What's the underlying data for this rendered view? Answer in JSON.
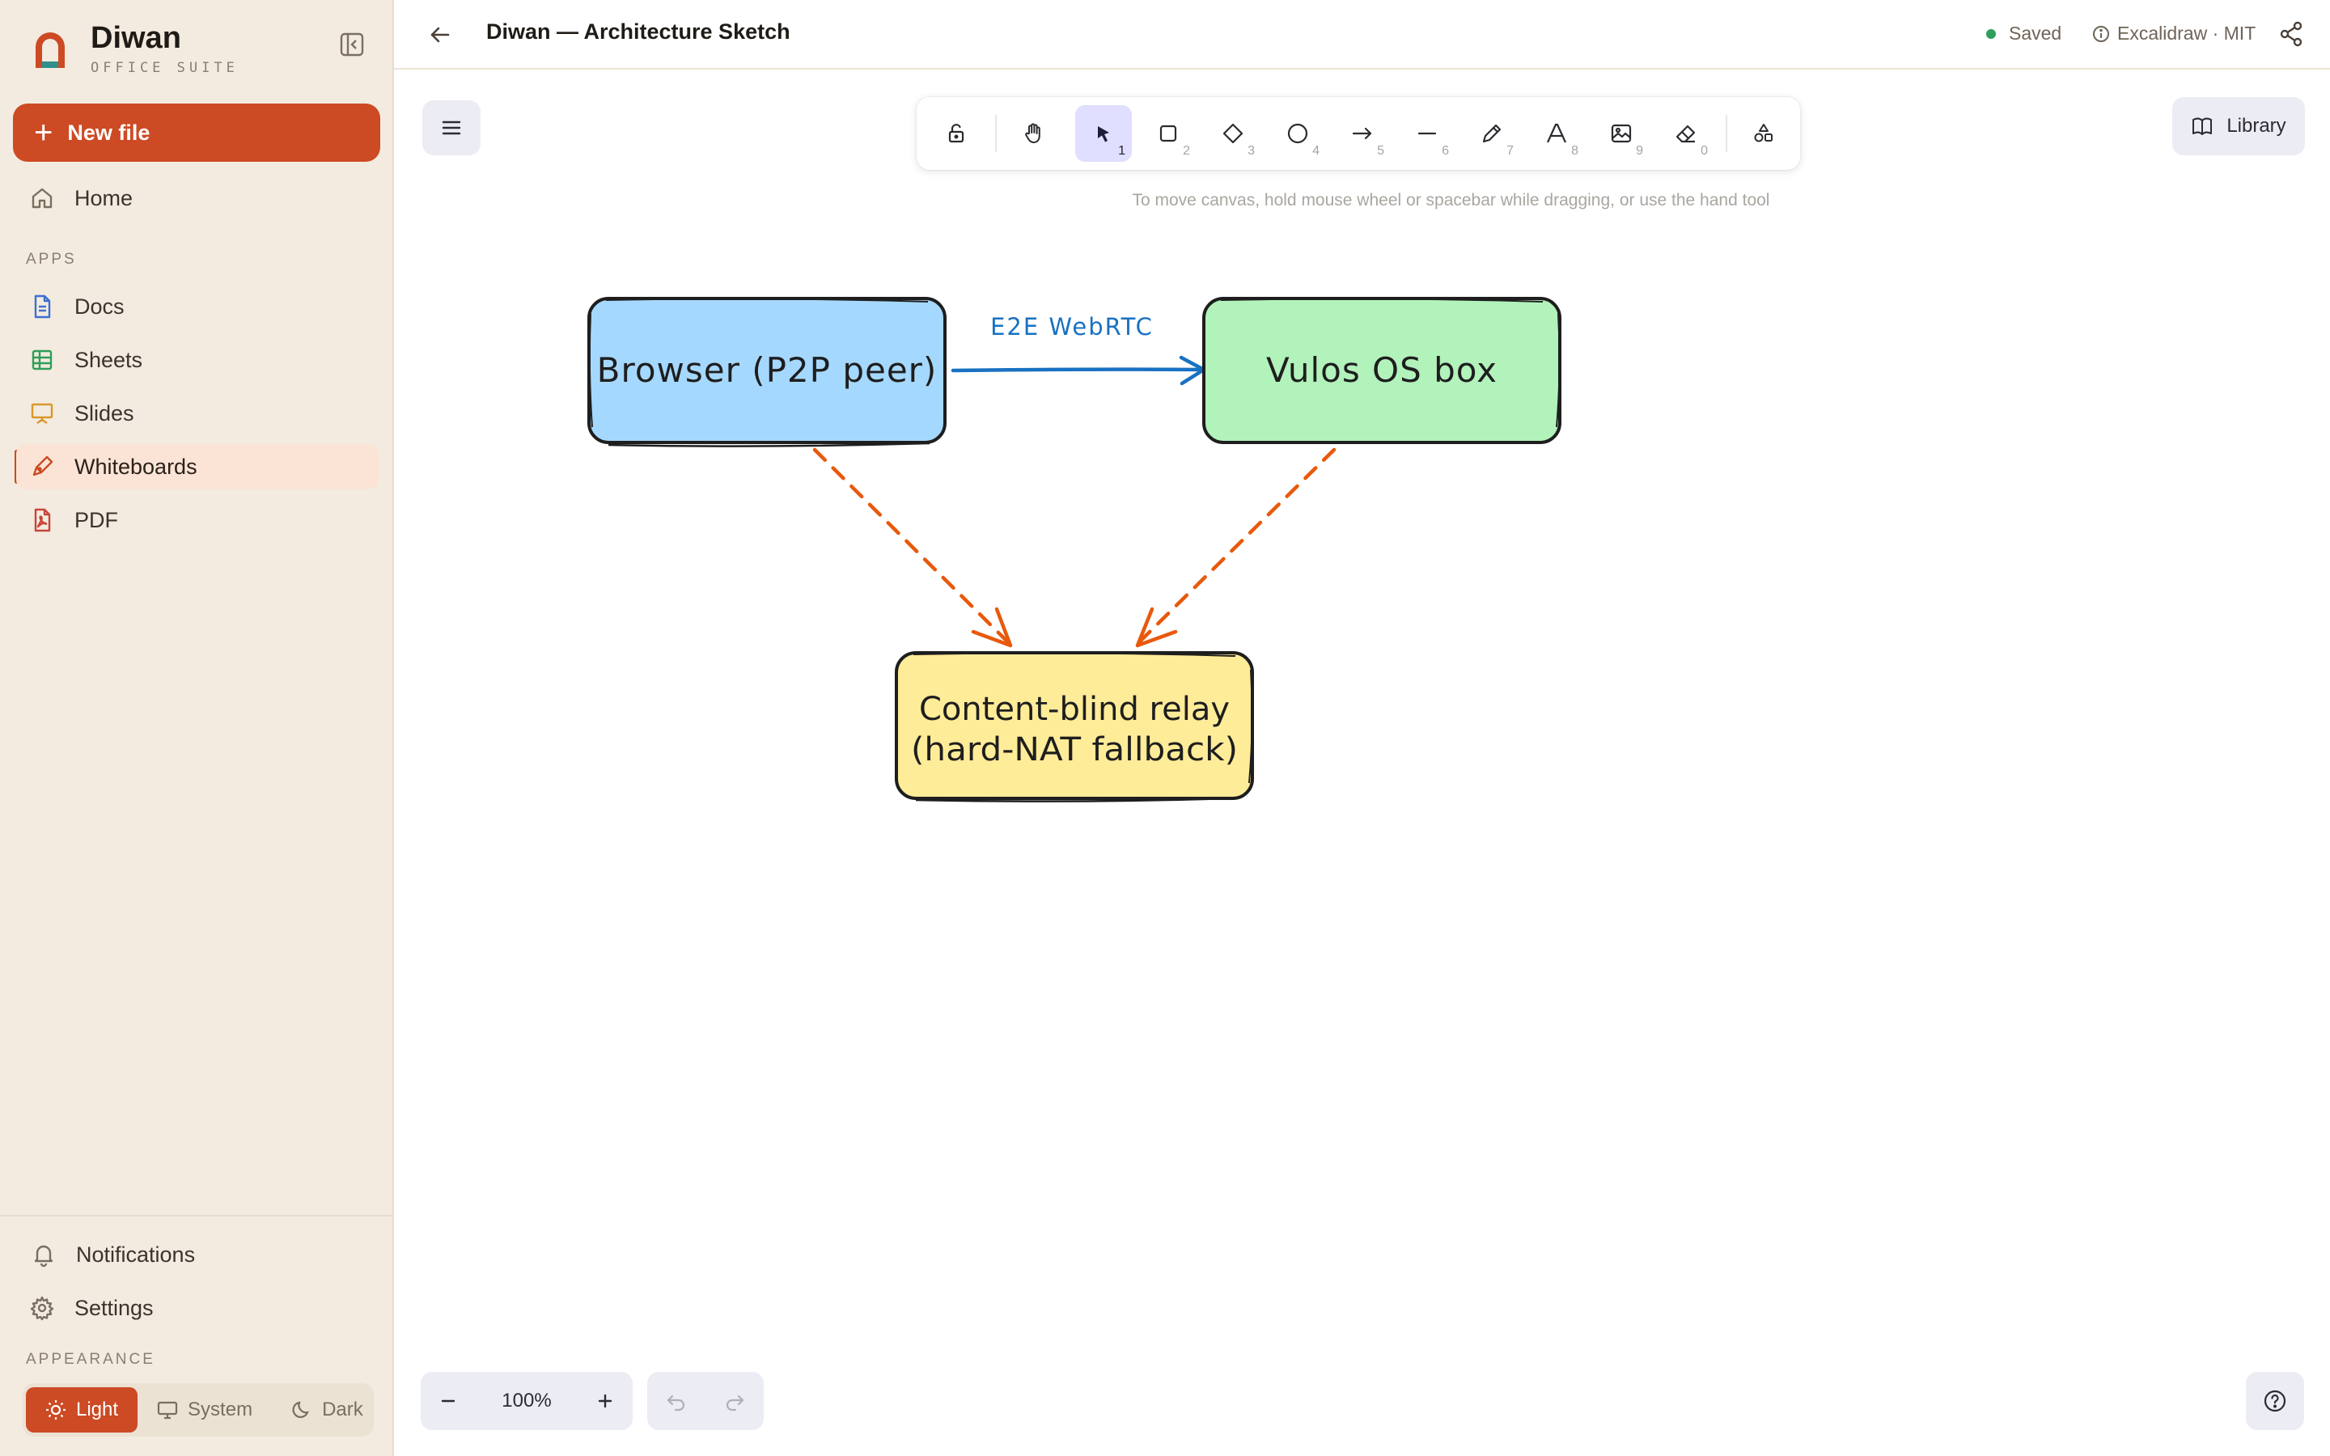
{
  "sidebar": {
    "brand_name": "Diwan",
    "brand_sub": "OFFICE SUITE",
    "new_file_label": "New file",
    "home_label": "Home",
    "apps_section": "APPS",
    "apps": [
      {
        "label": "Docs",
        "icon": "doc-icon",
        "color": "#3b6fd4"
      },
      {
        "label": "Sheets",
        "icon": "sheet-icon",
        "color": "#2f9e5a"
      },
      {
        "label": "Slides",
        "icon": "slides-icon",
        "color": "#d9982b"
      },
      {
        "label": "Whiteboards",
        "icon": "whiteboard-icon",
        "color": "#cc4a24"
      },
      {
        "label": "PDF",
        "icon": "pdf-icon",
        "color": "#c8443c"
      }
    ],
    "active_app": "Whiteboards",
    "notifications_label": "Notifications",
    "settings_label": "Settings",
    "appearance_section": "APPEARANCE",
    "appearance_options": [
      "Light",
      "System",
      "Dark"
    ],
    "appearance_selected": "Light"
  },
  "header": {
    "title": "Diwan — Architecture Sketch",
    "status": "Saved",
    "license": "Excalidraw · MIT"
  },
  "toolbar": {
    "tools": [
      {
        "name": "lock",
        "key": ""
      },
      {
        "name": "hand",
        "key": ""
      },
      {
        "name": "selection",
        "key": "1"
      },
      {
        "name": "rectangle",
        "key": "2"
      },
      {
        "name": "diamond",
        "key": "3"
      },
      {
        "name": "ellipse",
        "key": "4"
      },
      {
        "name": "arrow",
        "key": "5"
      },
      {
        "name": "line",
        "key": "6"
      },
      {
        "name": "draw",
        "key": "7"
      },
      {
        "name": "text",
        "key": "8"
      },
      {
        "name": "image",
        "key": "9"
      },
      {
        "name": "eraser",
        "key": "0"
      },
      {
        "name": "extra-tools",
        "key": ""
      }
    ],
    "active_tool": "selection"
  },
  "canvas": {
    "hint": "To move canvas, hold mouse wheel or spacebar while dragging, or use the hand tool",
    "library_label": "Library",
    "zoom": "100%",
    "shapes": {
      "browser_label": "Browser (P2P peer)",
      "vulos_label": "Vulos OS box",
      "relay_line1": "Content-blind relay",
      "relay_line2": "(hard-NAT fallback)",
      "connection_label": "E2E WebRTC"
    },
    "colors": {
      "browser_fill": "#a5d8ff",
      "vulos_fill": "#b2f2bb",
      "relay_fill": "#ffec99",
      "webrtc_arrow": "#1971c2",
      "relay_arrows": "#e8590c"
    }
  }
}
